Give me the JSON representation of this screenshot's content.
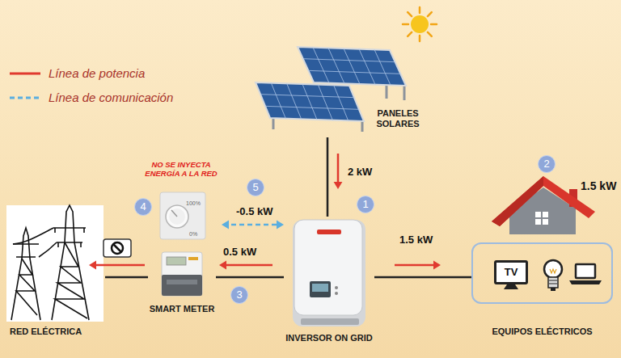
{
  "diagram": {
    "nodes": [
      {
        "text": [
          "PANELES SOLARES"
        ]
      },
      {
        "text": [
          "NO SE INYECTA ENERGÍA A LA RED",
          "100%",
          "0%"
        ]
      },
      {
        "text": [
          "RED ELÉCTRICA"
        ]
      },
      {
        "text": [
          "SMART METER"
        ]
      },
      {
        "text": [
          "INVERSOR ON GRID"
        ]
      },
      {
        "text": [
          "EQUIPOS ELÉCTRICOS"
        ]
      },
      {
        "text": [
          "TV"
        ],
        "in": 5
      }
    ],
    "edges": [
      {
        "from": 0,
        "to": 4,
        "label": "2 kW",
        "arrow": "to"
      },
      {
        "from": 4,
        "to": 1,
        "label": "-0.5 kW",
        "arrow": "both"
      },
      {
        "from": 4,
        "to": 3,
        "label": "0.5 kW",
        "arrow": "to"
      },
      {
        "from": 4,
        "to": 5,
        "label": "1.5 kW",
        "arrow": "to"
      },
      {
        "from": 3,
        "to": 2,
        "arrow": "to"
      }
    ],
    "labels": [
      "2",
      "1.5 kW",
      "5",
      "1",
      "4",
      "3"
    ],
    "legend": [
      {
        "text": "Línea de potencia"
      },
      {
        "text": "Línea de comunicación"
      }
    ]
  }
}
